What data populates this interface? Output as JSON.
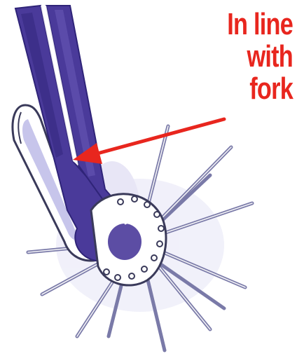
{
  "callout": {
    "lines": [
      "In line",
      "with",
      "fork"
    ],
    "color": "#e8261e"
  },
  "colors": {
    "fork_blade": "#4a3a9a",
    "fork_blade_shade": "#2f2478",
    "wheel_spokes": "#7a7aa8",
    "spoke_wash": "#c9c8e8",
    "hub_outline": "#3a3a5a",
    "fork_end": "#ffffff",
    "fork_end_wash": "#b9b6e6",
    "arrow": "#e8261e"
  },
  "icons": {
    "arrow": "arrow-pointing-left-icon"
  }
}
